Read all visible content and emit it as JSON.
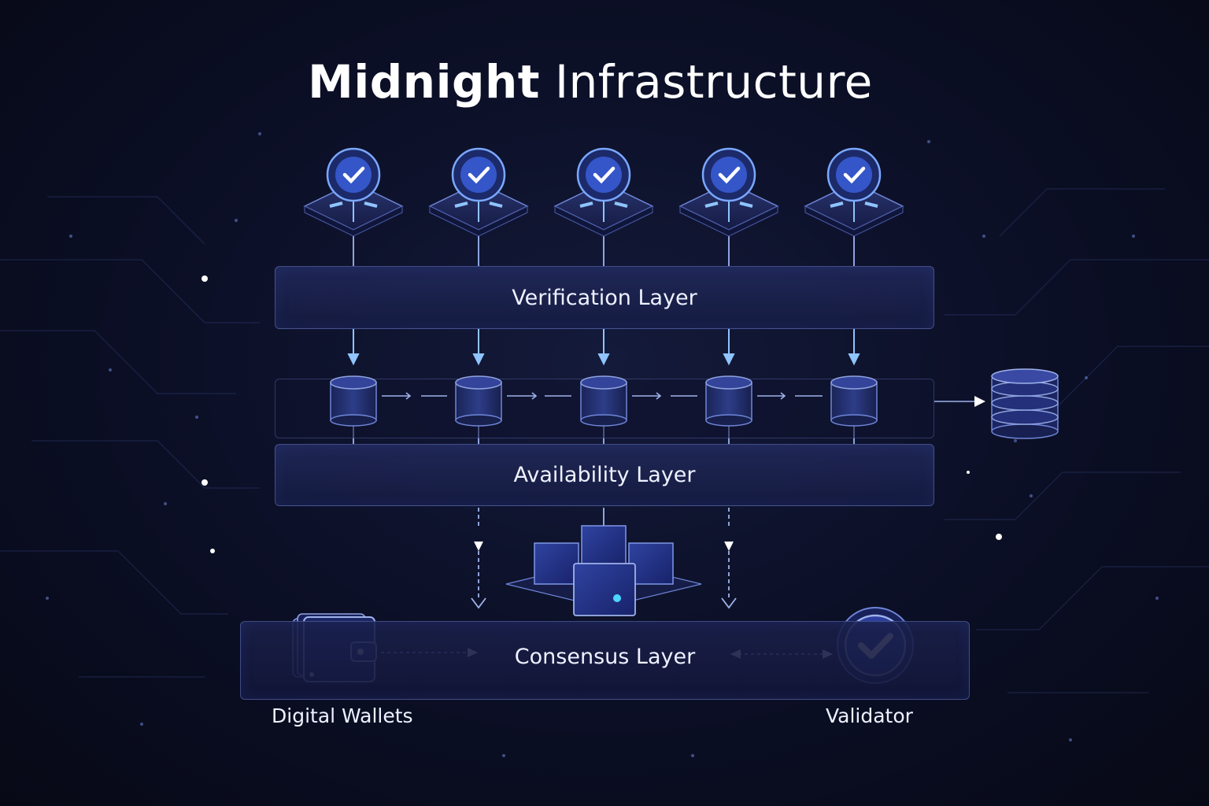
{
  "title": {
    "bold": "Midnight",
    "light": "Infrastructure"
  },
  "layers": {
    "verification": "Verification Layer",
    "availability": "Availability Layer",
    "consensus": "Consensus Layer"
  },
  "labels": {
    "wallets": "Digital Wallets",
    "validator": "Validator"
  },
  "icons": {
    "verification_nodes": [
      "check-badge-icon",
      "check-badge-icon",
      "check-badge-icon",
      "check-badge-icon",
      "check-badge-icon"
    ],
    "data_nodes": [
      "database-cylinder-icon",
      "database-cylinder-icon",
      "database-cylinder-icon",
      "database-cylinder-icon",
      "database-cylinder-icon"
    ],
    "storage": "database-stack-icon",
    "cubes": "block-cubes-icon",
    "wallet": "wallet-icon",
    "validator": "validator-check-icon"
  },
  "colors": {
    "accent": "#6fa8ff",
    "panel": "#1c2456",
    "glow": "#8fc4ff",
    "background": "#0c1028"
  }
}
